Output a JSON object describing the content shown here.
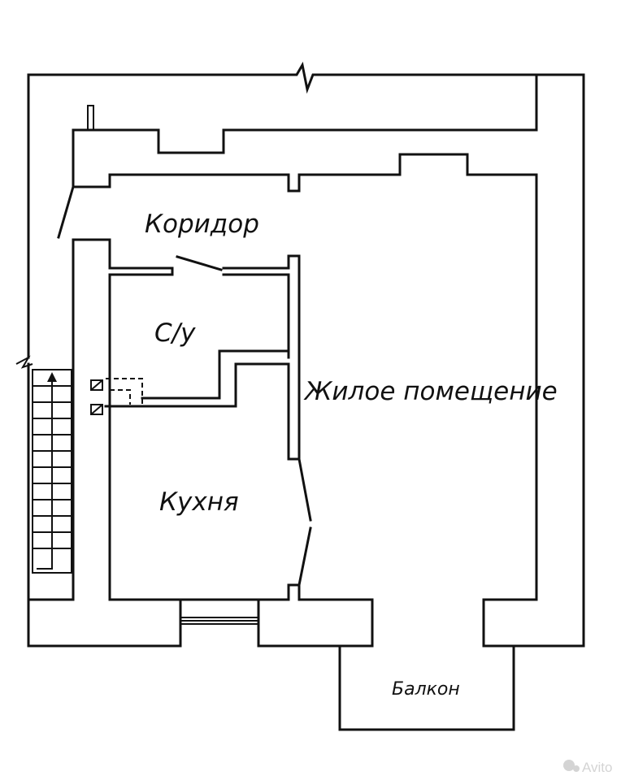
{
  "rooms": {
    "corridor": "Коридор",
    "bathroom": "С/у",
    "living_room": "Жилое помещение",
    "kitchen": "Кухня",
    "balcony": "Балкон"
  },
  "watermark": "Avito",
  "colors": {
    "ink": "#111111",
    "paper": "#ffffff",
    "watermark": "#d4d4d4"
  }
}
